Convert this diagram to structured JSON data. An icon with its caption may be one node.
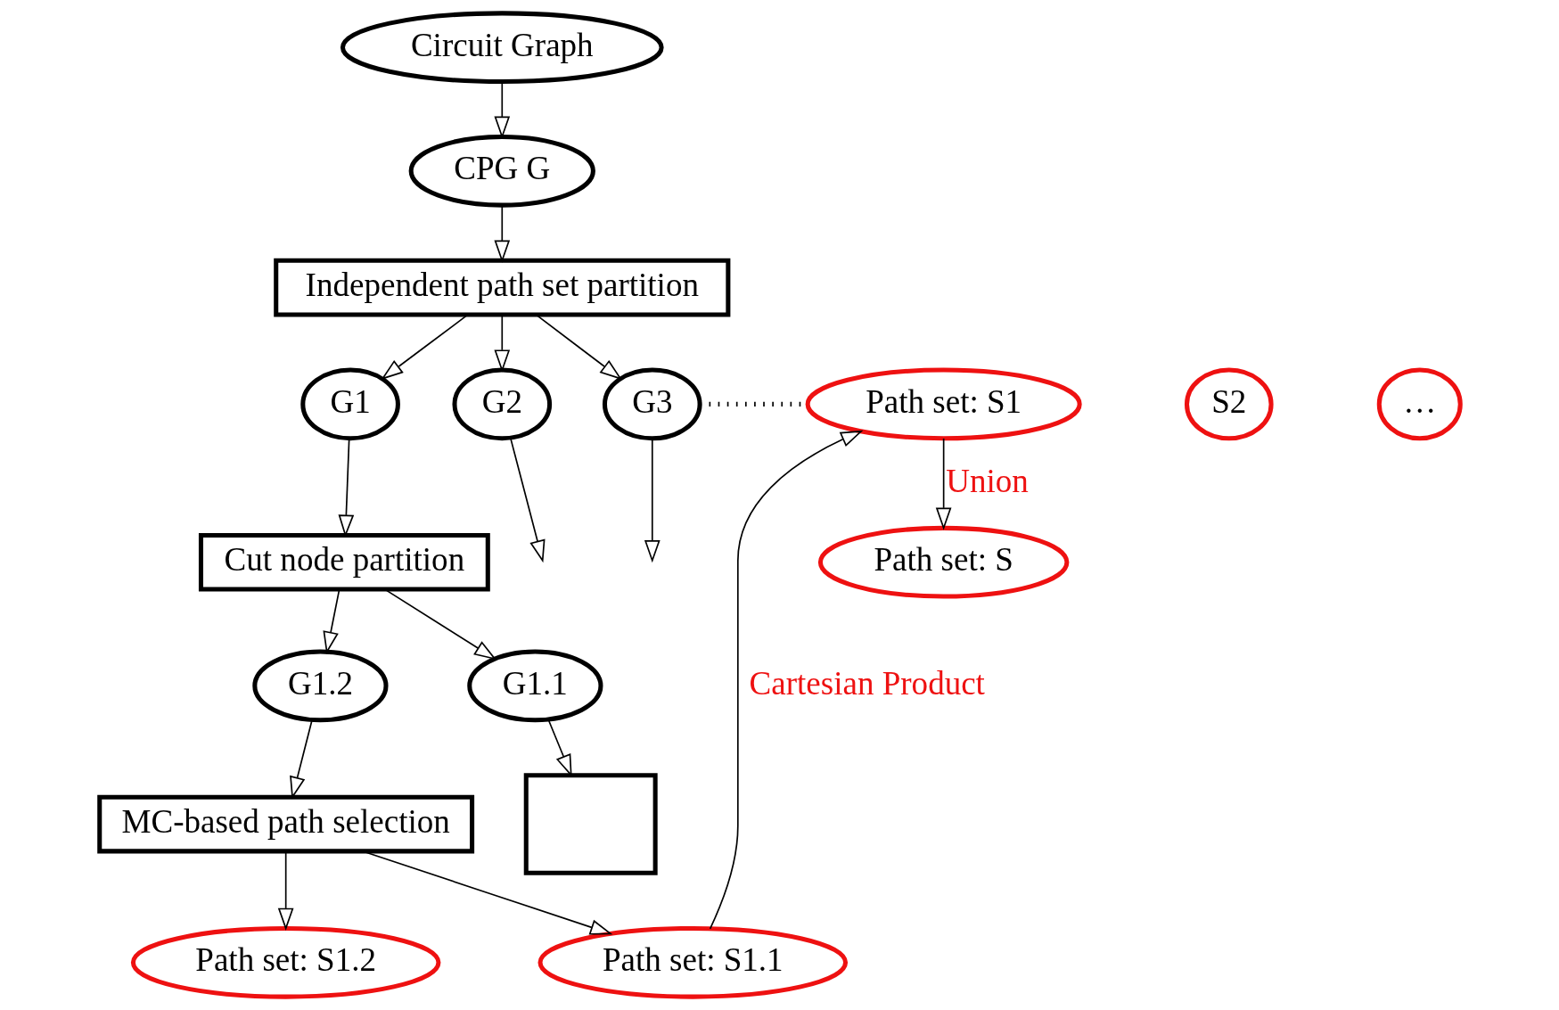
{
  "diagram": {
    "nodes": [
      {
        "text": [
          "Circuit Graph"
        ]
      },
      {
        "text": [
          "CPG G"
        ]
      },
      {
        "text": [
          "Independent path set partition"
        ]
      },
      {
        "text": [
          "G1"
        ]
      },
      {
        "text": [
          "G2"
        ]
      },
      {
        "text": [
          "G3"
        ]
      },
      {
        "text": [
          "Cut node partition"
        ]
      },
      {
        "text": [
          "G1.1"
        ]
      },
      {
        "text": [
          "G1.2"
        ]
      },
      {
        "text": [],
        "shape": "box"
      },
      {
        "text": [
          "MC-based path selection"
        ]
      },
      {
        "text": [
          "Path set: S"
        ]
      },
      {
        "text": [
          "Path set: S1"
        ]
      },
      {
        "text": [
          "S2"
        ]
      },
      {
        "text": [
          "…"
        ]
      },
      {
        "text": [
          "Path set: S1.1"
        ]
      },
      {
        "text": [
          "Path set: S1.2"
        ]
      }
    ],
    "edges": [
      {
        "from": 0,
        "to": 1,
        "arrow": "to"
      },
      {
        "from": 1,
        "to": 2,
        "arrow": "to"
      },
      {
        "from": 2,
        "to": 3,
        "arrow": "to"
      },
      {
        "from": 2,
        "to": 4,
        "arrow": "to"
      },
      {
        "from": 2,
        "to": 5,
        "arrow": "to"
      },
      {
        "from": 4,
        "to": null,
        "arrow": "to"
      },
      {
        "from": 5,
        "to": null,
        "arrow": "to"
      },
      {
        "from": 3,
        "to": 6,
        "arrow": "to"
      },
      {
        "from": 6,
        "to": 7,
        "arrow": "to"
      },
      {
        "from": 6,
        "to": 8,
        "arrow": "to"
      },
      {
        "from": 7,
        "to": 9,
        "arrow": "to"
      },
      {
        "from": 8,
        "to": 10,
        "arrow": "to"
      },
      {
        "from": 5,
        "to": 12,
        "arrow": "none",
        "style": "dashed"
      },
      {
        "from": 10,
        "to": 15,
        "arrow": "to"
      },
      {
        "from": 10,
        "to": 16,
        "arrow": "to"
      },
      {
        "from": 15,
        "to": 12,
        "arrow": "to",
        "label": "Cartesian Product"
      },
      {
        "from": 12,
        "to": 11,
        "arrow": "to",
        "label": "Union"
      }
    ]
  }
}
